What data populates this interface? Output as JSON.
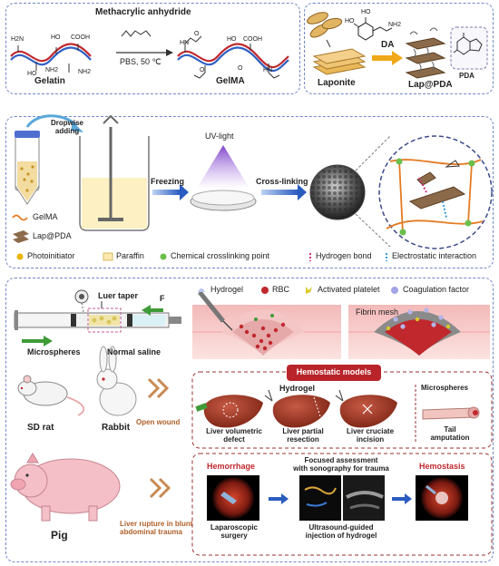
{
  "panel_top_left": {
    "reagent_label": "Methacrylic anhydride",
    "condition_label": "PBS, 50 ℃",
    "gelatin_label": "Gelatin",
    "gelma_label": "GelMA",
    "gelatin_groups": [
      "H2N",
      "HO",
      "COOH",
      "HO",
      "NH2",
      "NH2"
    ],
    "gelma_groups": [
      "O",
      "HN",
      "HO",
      "COOH",
      "O",
      "O",
      "HN"
    ]
  },
  "panel_top_right": {
    "laponite_label": "Laponite",
    "da_label": "DA",
    "lap_pda_label": "Lap@PDA",
    "pda_label": "PDA",
    "dopamine_groups": [
      "HO",
      "HO",
      "NH2"
    ]
  },
  "panel_middle": {
    "dropwise_label": "Dropwise\nadding",
    "uv_label": "UV-light",
    "freezing_label": "Freezing",
    "crosslinking_label": "Cross-linking",
    "legend_gelma": "GelMA",
    "legend_lap_pda": "Lap@PDA",
    "legend_items": [
      {
        "name": "photoinitiator",
        "label": "Photoinitiator",
        "color": "#e8b400"
      },
      {
        "name": "paraffin",
        "label": "Paraffin",
        "color": "#fde9b0"
      },
      {
        "name": "chemical-crosslink",
        "label": "Chemical crosslinking point",
        "color": "#6abf4b"
      },
      {
        "name": "hydrogen-bond",
        "label": "Hydrogen bond",
        "color": "#d1307a"
      },
      {
        "name": "electrostatic",
        "label": "Electrostatic interaction",
        "color": "#3a9bd8"
      }
    ]
  },
  "panel_bottom": {
    "luer_label": "Luer taper",
    "f_label": "F",
    "microspheres_label": "Microspheres",
    "saline_label": "Normal saline",
    "top_legend": [
      {
        "name": "hydrogel",
        "label": "Hydrogel",
        "color": "#b7c6ec"
      },
      {
        "name": "rbc",
        "label": "RBC",
        "color": "#c0282d"
      },
      {
        "name": "platelet",
        "label": "Activated platelet",
        "color": "#d8c92a"
      },
      {
        "name": "coagulation",
        "label": "Coagulation factor",
        "color": "#a4a4e8"
      }
    ],
    "fibrin_label": "Fibrin mesh",
    "rat_label": "SD rat",
    "rabbit_label": "Rabbit",
    "open_wound_label": "Open wound",
    "pig_label": "Pig",
    "pig_model_label": "Liver rupture in blunt\nabdominal trauma",
    "hemostatic_title": "Hemostatic models",
    "hydrogel_label": "Hydrogel",
    "microspheres_col_label": "Microspheres",
    "models": [
      "Liver volumetric\ndefect",
      "Liver partial\nresection",
      "Liver cruciate\nincision",
      "Tail\namputation"
    ],
    "hemorrhage_label": "Hemorrhage",
    "fast_label": "Focused assessment\nwith sonography for trauma",
    "hemostasis_label": "Hemostasis",
    "laparoscopic_label": "Laparoscopic\nsurgery",
    "ultrasound_label": "Ultrasound-guided\ninjection of hydrogel"
  }
}
